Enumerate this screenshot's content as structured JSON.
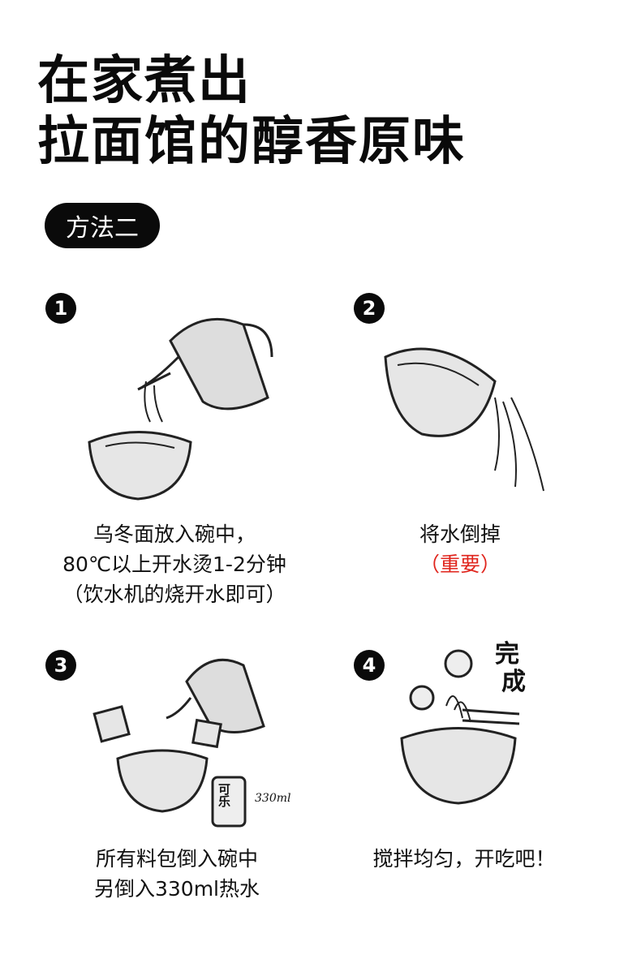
{
  "header": {
    "title_line1": "在家煮出",
    "title_line2": "拉面馆的醇香原味"
  },
  "method_label": "方法二",
  "steps": [
    {
      "number": "1",
      "lines": [
        "乌冬面放入碗中，",
        "80℃以上开水烫1-2分钟",
        "（饮水机的烧开水即可）"
      ]
    },
    {
      "number": "2",
      "lines": [
        "将水倒掉",
        "（重要）"
      ]
    },
    {
      "number": "3",
      "lines": [
        "所有料包倒入碗中",
        "另倒入330ml热水"
      ],
      "can_label": "可乐",
      "volume_label": "330ml"
    },
    {
      "number": "4",
      "lines": [
        "搅拌均匀，开吃吧！"
      ],
      "done_label_1": "完",
      "done_label_2": "成"
    }
  ],
  "colors": {
    "accent_red": "#e0251d",
    "ink": "#0a0a0a"
  }
}
